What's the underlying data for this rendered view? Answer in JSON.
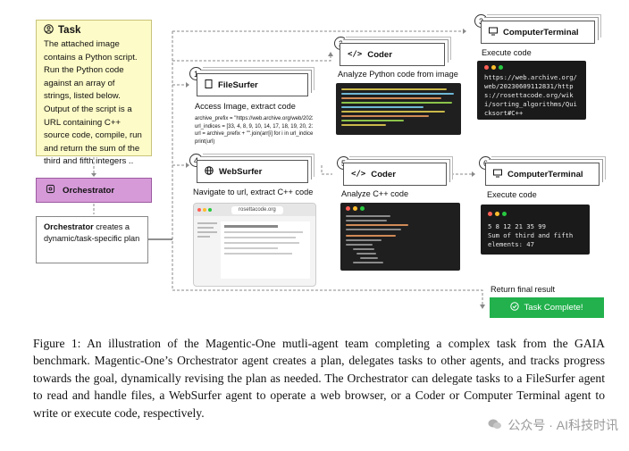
{
  "task": {
    "title": "Task",
    "text": "The attached image contains a Python script. Run the Python code against an array of strings, listed below. Output of the script is a URL containing C++ source code, compile, run and return the sum of the third and fifth integers .."
  },
  "orchestrator": {
    "label": "Orchestrator",
    "plan_bold": "Orchestrator",
    "plan_text": " creates a dynamic/task-specific plan"
  },
  "steps": [
    {
      "num": "1",
      "agent": "FileSurfer",
      "caption": "Access Image, extract code"
    },
    {
      "num": "2",
      "agent": "Coder",
      "caption": "Analyze  Python code from image"
    },
    {
      "num": "3",
      "agent": "ComputerTerminal",
      "caption": "Execute code"
    },
    {
      "num": "4",
      "agent": "WebSurfer",
      "caption": "Navigate to url, extract C++ code"
    },
    {
      "num": "5",
      "agent": "Coder",
      "caption": "Analyze C++ code"
    },
    {
      "num": "6",
      "agent": "ComputerTerminal",
      "caption": "Execute code"
    }
  ],
  "filesurfer_code": [
    "archive_prefix = \"https://web.archive.org/web/20230(",
    "url_indices = [33, 4, 8, 9, 10, 14, 17, 18, 19, 20, 21, 22,",
    "url = archive_prefix + \"\".join(arr[i] for i in url_indices)",
    "print(url)"
  ],
  "terminal1_output": "https://web.archive.org/web/20230609112831/https://rosettacode.org/wiki/sorting_algorithms/Quicksort#C++",
  "terminal2_output": [
    "5 8 12 21 35 99",
    "Sum of third and fifth",
    "elements: 47"
  ],
  "browser_url": "rosettacode.org",
  "final": {
    "label": "Return final result",
    "button": "Task Complete!"
  },
  "figure_caption": "Figure 1: An illustration of the Magentic-One mutli-agent team completing a complex task from the GAIA benchmark. Magentic-One’s Orchestrator agent creates a plan, delegates tasks to other agents, and tracks progress towards the goal, dynamically revising the plan as needed. The Orchestrator can delegate tasks to a FileSurfer agent to read and handle files, a WebSurfer agent to operate a web browser, or a Coder or Computer Terminal agent to write or execute code, respectively.",
  "watermark": "公众号 · AI科技时讯",
  "colors": {
    "task_bg": "#fdfbc7",
    "orchestrator_bg": "#d69ad9",
    "complete_bg": "#22b14c"
  }
}
